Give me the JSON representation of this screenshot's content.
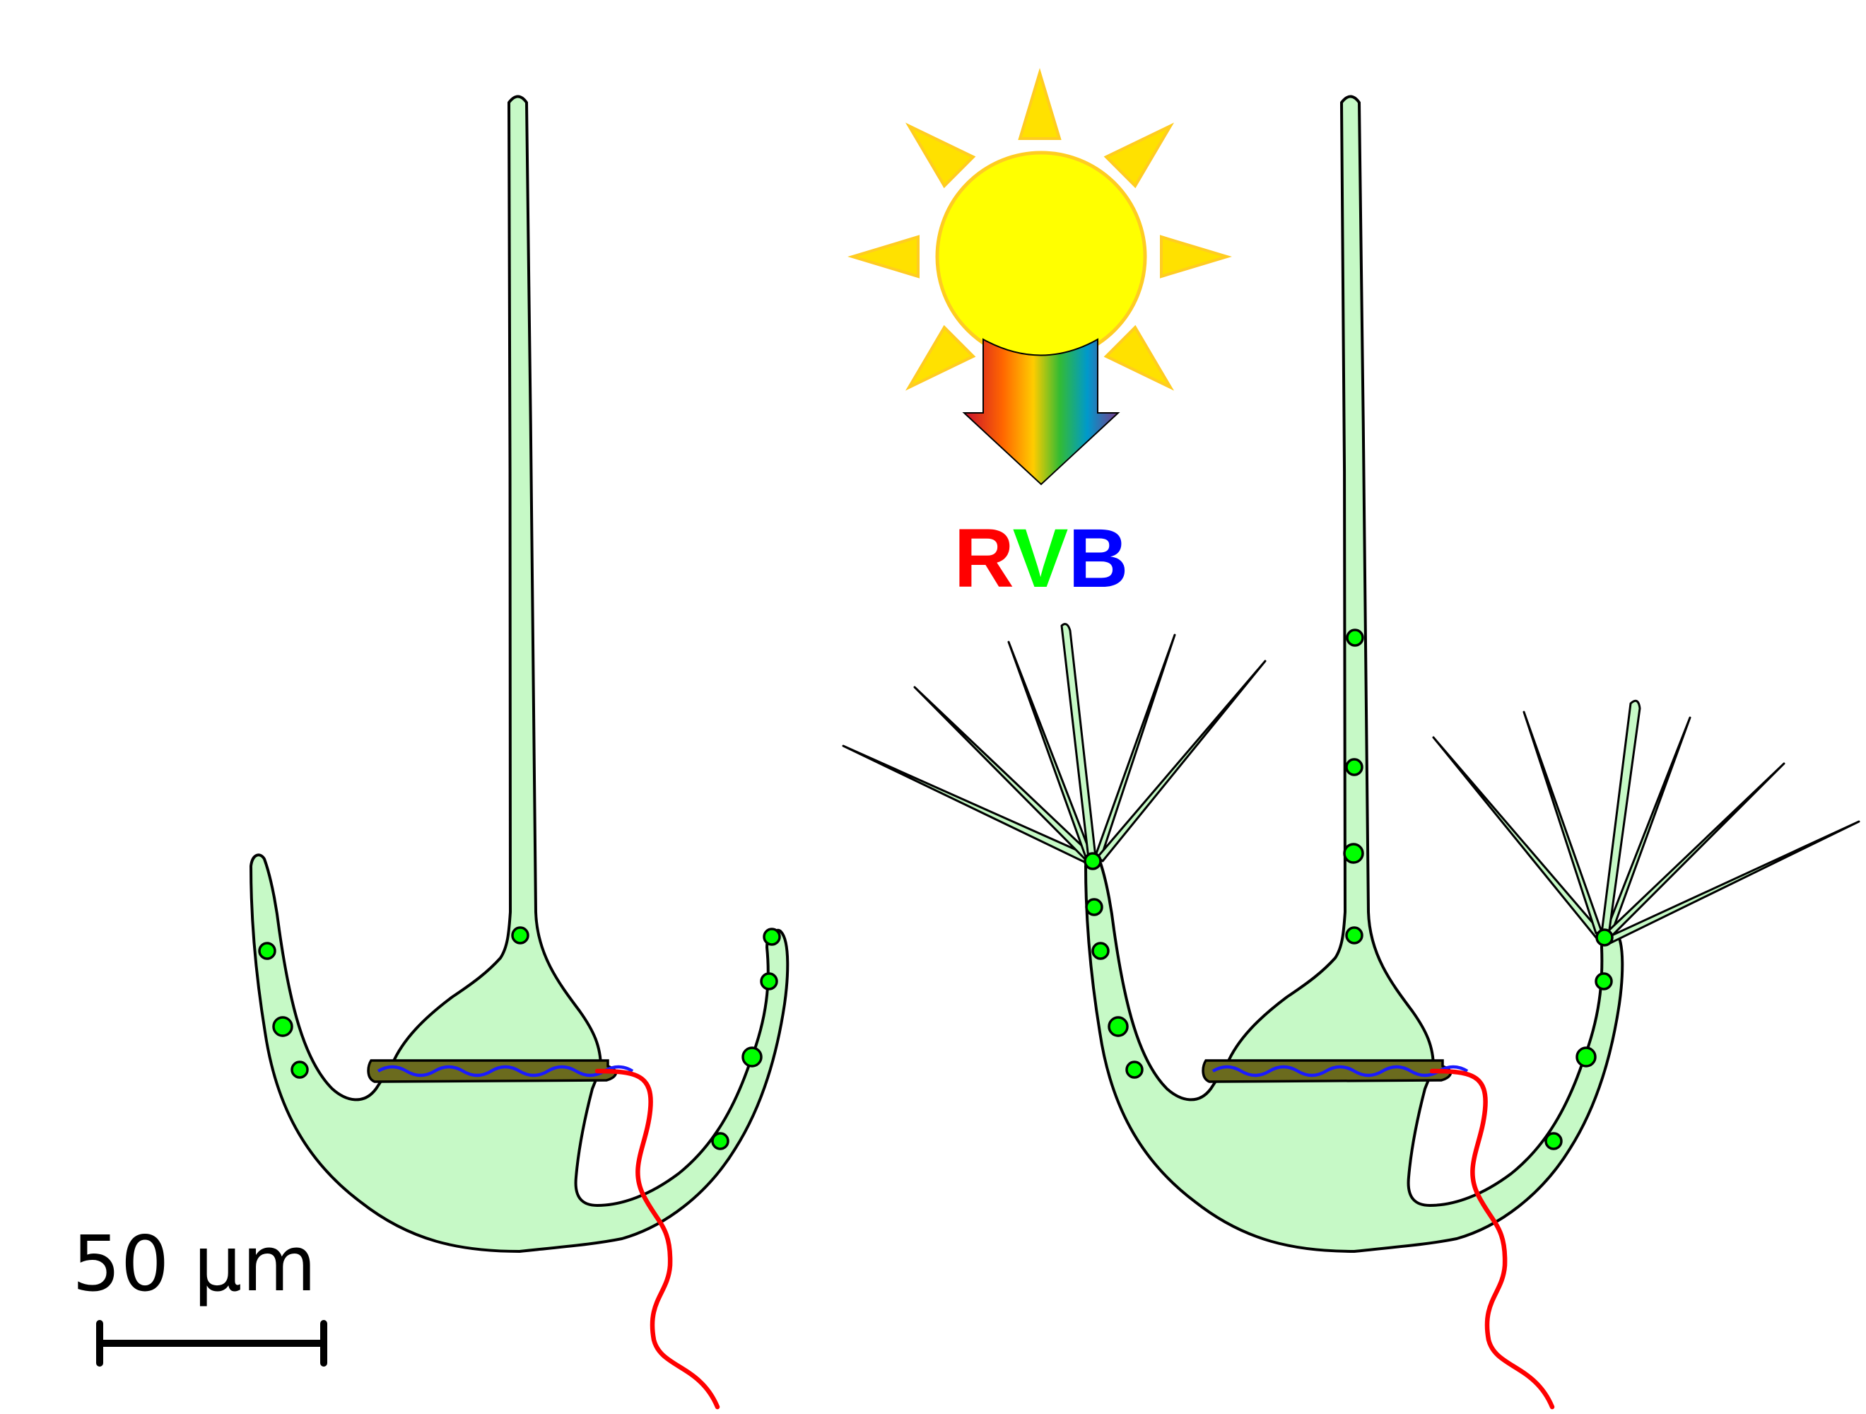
{
  "light": {
    "letters": [
      {
        "char": "R",
        "color": "#ff0000"
      },
      {
        "char": "V",
        "color": "#00ff00"
      },
      {
        "char": "B",
        "color": "#0000ff"
      }
    ],
    "sun_color": "#ffff00",
    "ray_color": "#ffe100",
    "sun_stroke": "#ffcc22",
    "spectrum": [
      "#c8102e",
      "#ff6600",
      "#ffcc00",
      "#33bb33",
      "#0099cc",
      "#7a3a8c"
    ]
  },
  "scale_bar": {
    "label": "50 µm"
  },
  "colors": {
    "cell_fill": "#c6f9c6",
    "chloroplast": "#00ff00",
    "flagellum": "#ff0000",
    "girdle": "#6b6b1e",
    "girdle_wave": "#1a1aff"
  }
}
